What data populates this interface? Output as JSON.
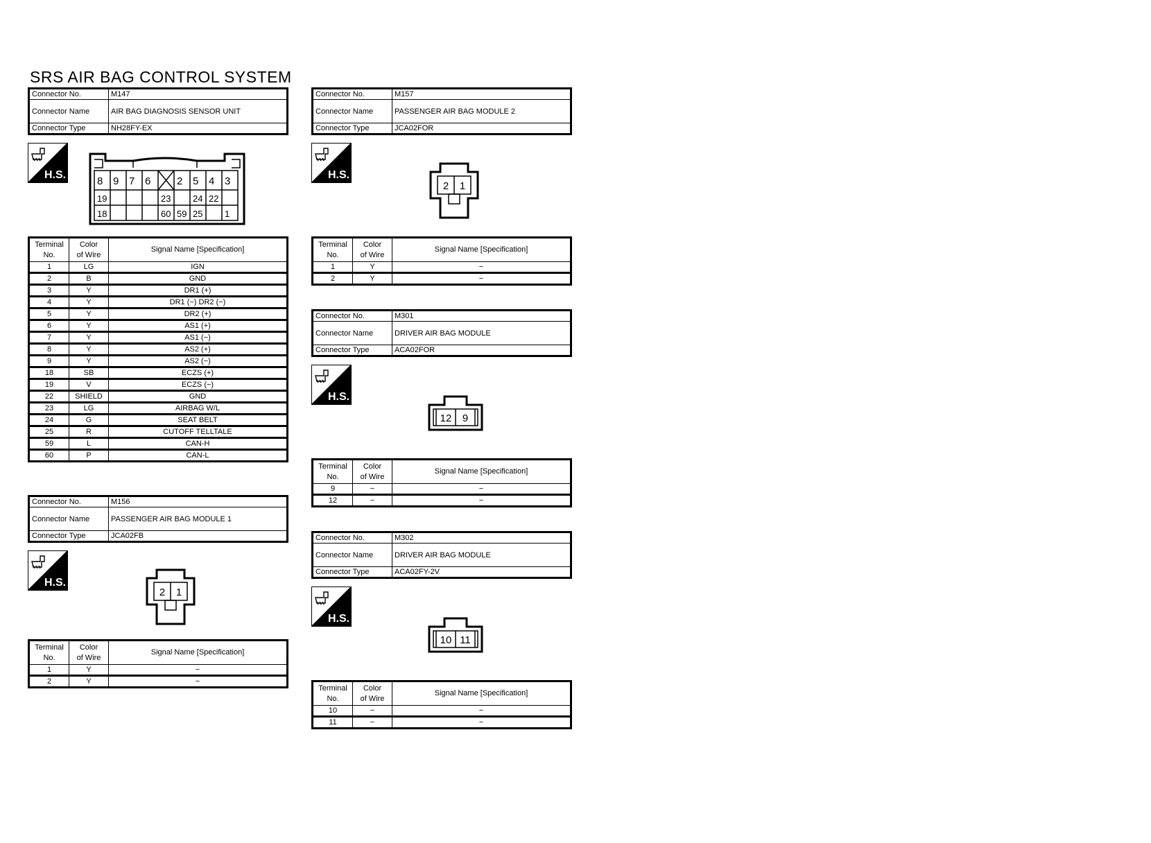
{
  "title": "SRS AIR BAG CONTROL SYSTEM",
  "info_labels": {
    "no": "Connector No.",
    "name": "Connector Name",
    "type": "Connector Type"
  },
  "hs_label": "H.S.",
  "term_headers": {
    "terminal": [
      "Terminal",
      "No."
    ],
    "color": [
      "Color",
      "of Wire"
    ],
    "signal": "Signal Name [Specification]"
  },
  "connectors": {
    "m147": {
      "no": "M147",
      "name": "AIR BAG DIAGNOSIS SENSOR UNIT",
      "type": "NH28FY-EX",
      "pins": {
        "row1": [
          "8",
          "9",
          "7",
          "6",
          "",
          "2",
          "5",
          "4",
          "3"
        ],
        "row2": [
          "19",
          "",
          "",
          "",
          "23",
          "",
          "24",
          "22",
          ""
        ],
        "row3": [
          "18",
          "",
          "",
          "",
          "60",
          "59",
          "25",
          "",
          "1"
        ]
      },
      "rows": [
        [
          "1",
          "LG",
          "IGN"
        ],
        [
          "2",
          "B",
          "GND"
        ],
        [
          "3",
          "Y",
          "DR1 (+)"
        ],
        [
          "4",
          "Y",
          "DR1 (−) DR2 (−)"
        ],
        [
          "5",
          "Y",
          "DR2 (+)"
        ],
        [
          "6",
          "Y",
          "AS1 (+)"
        ],
        [
          "7",
          "Y",
          "AS1 (−)"
        ],
        [
          "8",
          "Y",
          "AS2 (+)"
        ],
        [
          "9",
          "Y",
          "AS2 (−)"
        ],
        [
          "18",
          "SB",
          "ECZS (+)"
        ],
        [
          "19",
          "V",
          "ECZS (−)"
        ],
        [
          "22",
          "SHIELD",
          "GND"
        ],
        [
          "23",
          "LG",
          "AIRBAG W/L"
        ],
        [
          "24",
          "G",
          "SEAT BELT"
        ],
        [
          "25",
          "R",
          "CUTOFF TELLTALE"
        ],
        [
          "59",
          "L",
          "CAN-H"
        ],
        [
          "60",
          "P",
          "CAN-L"
        ]
      ]
    },
    "m156": {
      "no": "M156",
      "name": "PASSENGER AIR BAG MODULE 1",
      "type": "JCA02FB",
      "pins": [
        "2",
        "1"
      ],
      "rows": [
        [
          "1",
          "Y",
          "−"
        ],
        [
          "2",
          "Y",
          "−"
        ]
      ]
    },
    "m157": {
      "no": "M157",
      "name": "PASSENGER AIR BAG MODULE 2",
      "type": "JCA02FOR",
      "pins": [
        "2",
        "1"
      ],
      "rows": [
        [
          "1",
          "Y",
          "−"
        ],
        [
          "2",
          "Y",
          "−"
        ]
      ]
    },
    "m301": {
      "no": "M301",
      "name": "DRIVER AIR BAG MODULE",
      "type": "ACA02FOR",
      "pins": [
        "12",
        "9"
      ],
      "rows": [
        [
          "9",
          "−",
          "−"
        ],
        [
          "12",
          "−",
          "−"
        ]
      ]
    },
    "m302": {
      "no": "M302",
      "name": "DRIVER AIR BAG MODULE",
      "type": "ACA02FY-2V",
      "pins": [
        "10",
        "11"
      ],
      "rows": [
        [
          "10",
          "−",
          "−"
        ],
        [
          "11",
          "−",
          "−"
        ]
      ]
    }
  }
}
